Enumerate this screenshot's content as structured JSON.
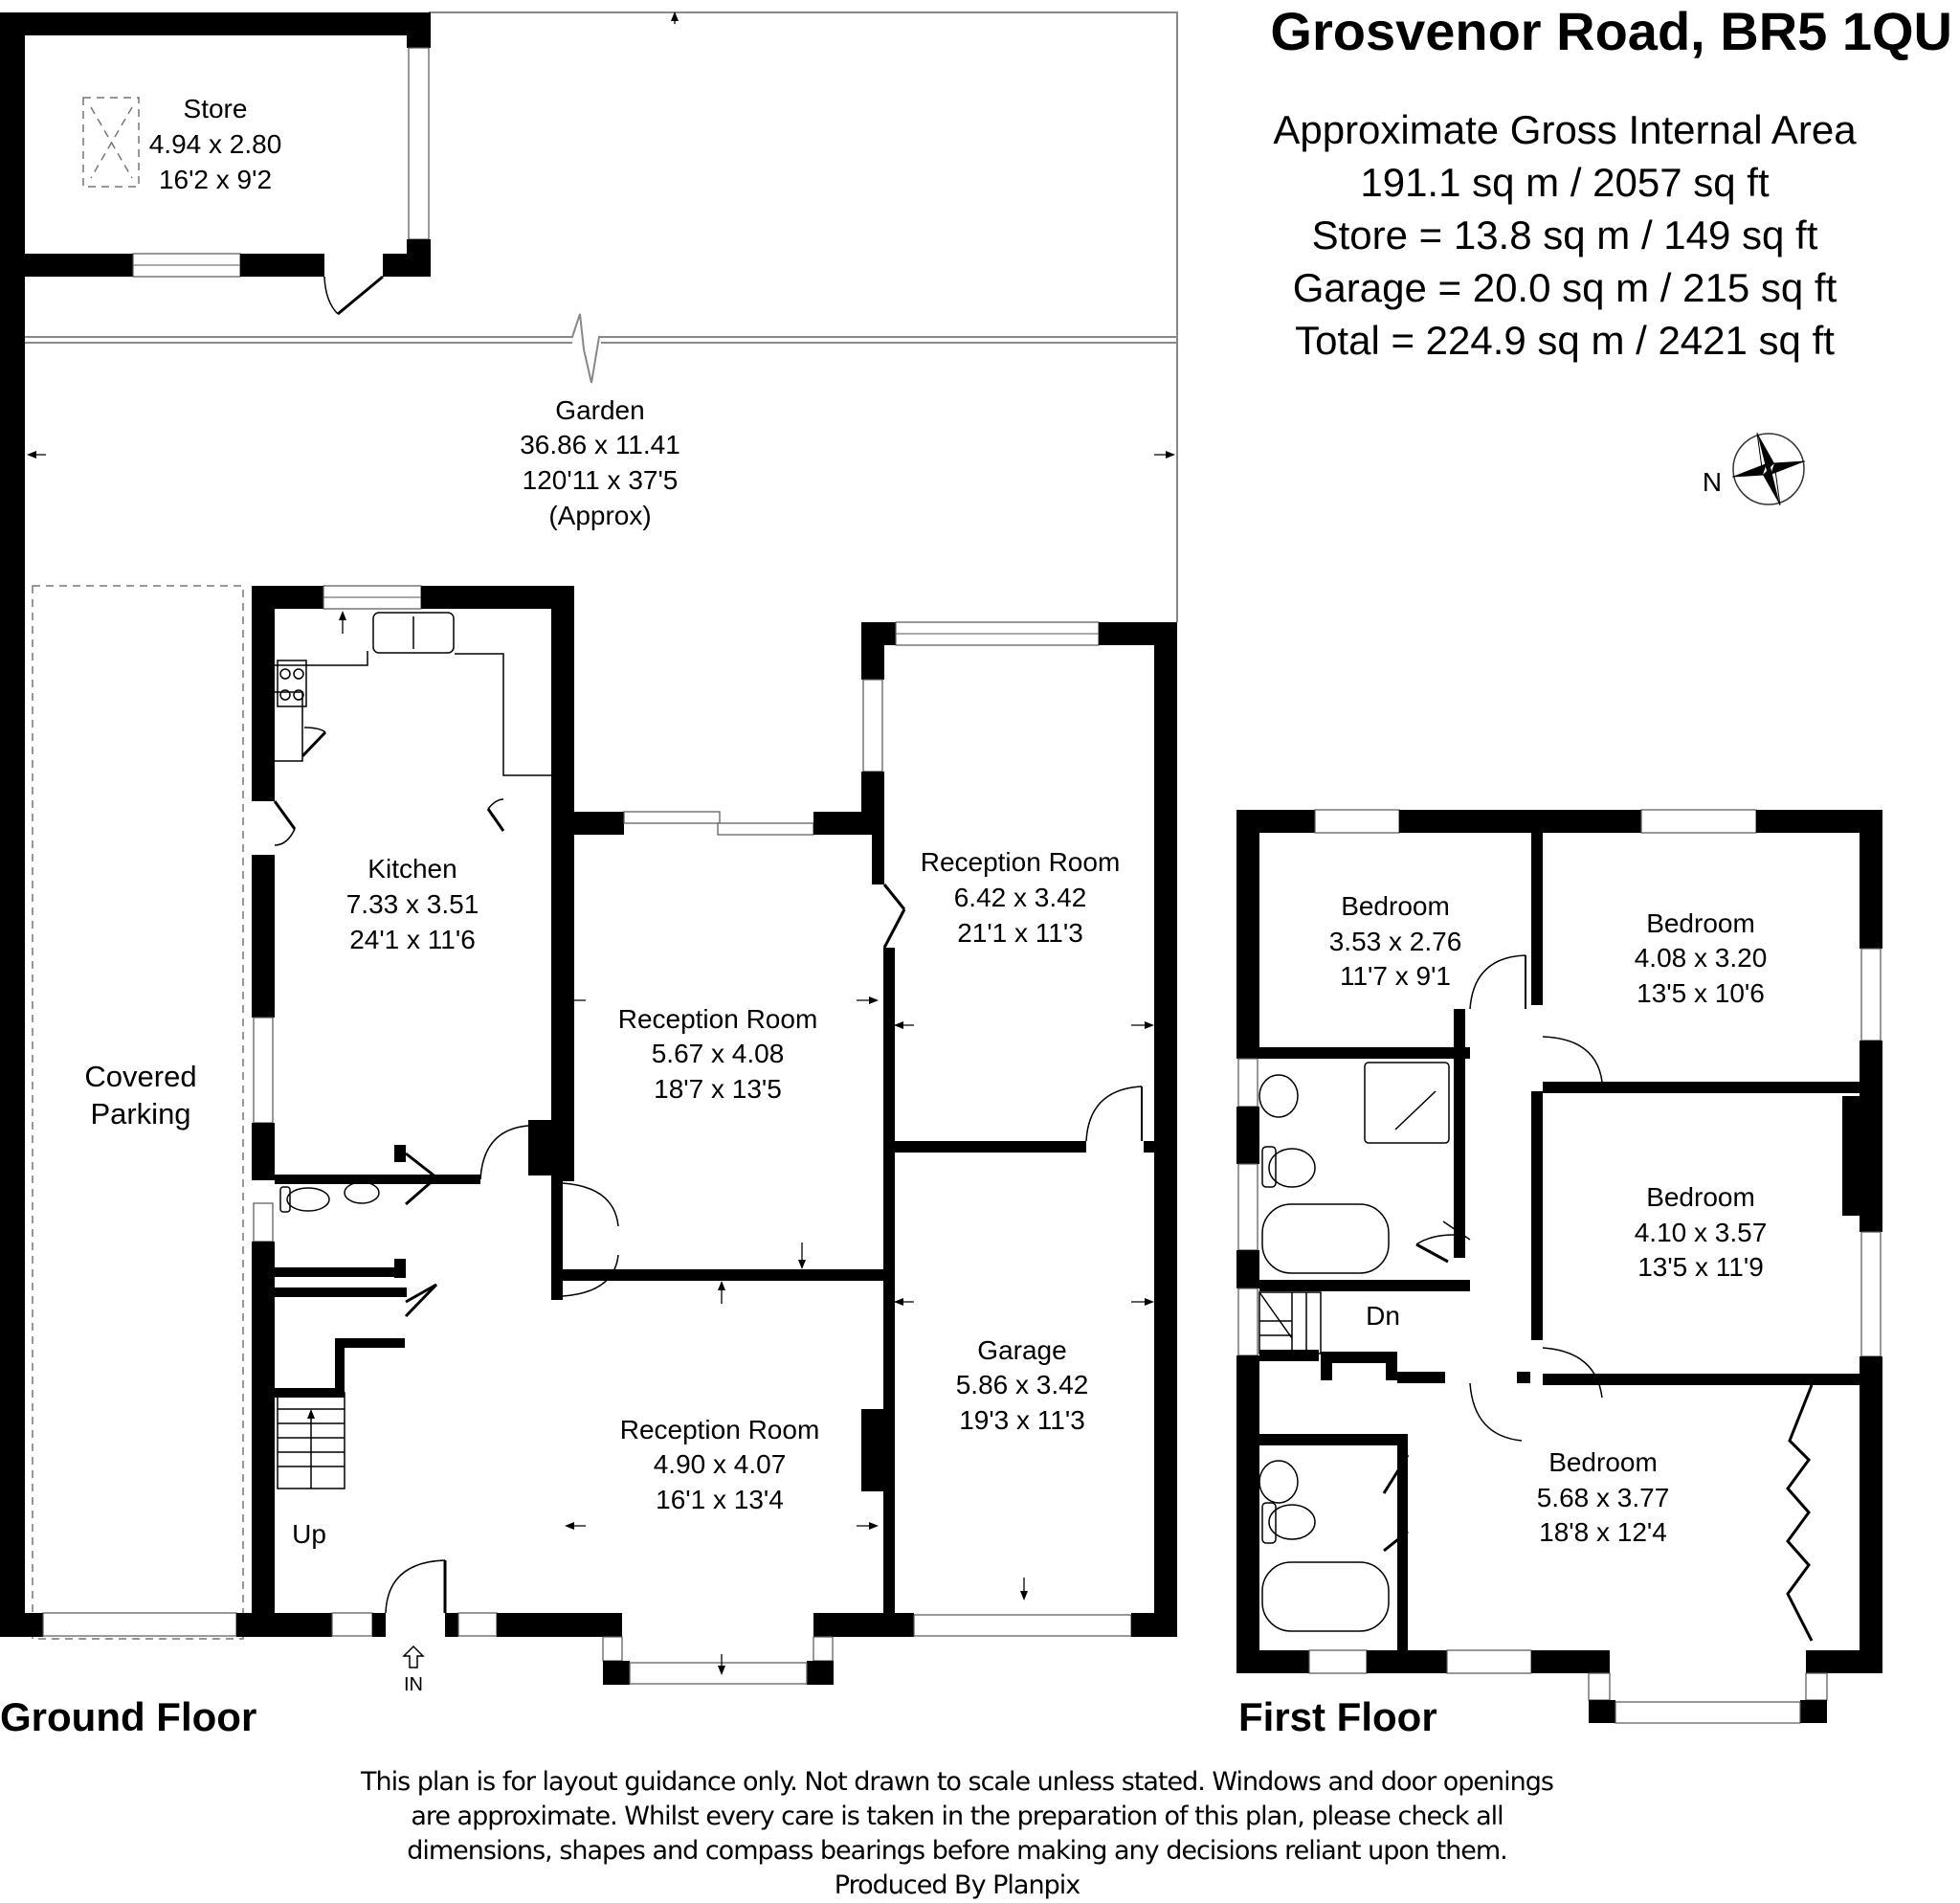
{
  "header": {
    "address": "Grosvenor Road, BR5 1QU"
  },
  "areas": {
    "heading": "Approximate Gross Internal Area",
    "main": "191.1 sq m / 2057 sq ft",
    "store": "Store = 13.8 sq m / 149 sq ft",
    "garage": "Garage = 20.0 sq m / 215 sq ft",
    "total": "Total = 224.9 sq m / 2421 sq ft"
  },
  "compass": {
    "label": "N",
    "icon": "compass-rose-icon"
  },
  "ground_floor": {
    "label": "Ground Floor",
    "rooms": [
      {
        "name": "Store",
        "metric": "4.94 x 2.80",
        "imperial": "16'2 x 9'2"
      },
      {
        "name": "Garden",
        "metric": "36.86 x 11.41",
        "imperial": "120'11 x 37'5",
        "note": "(Approx)"
      },
      {
        "name": "Kitchen",
        "metric": "7.33 x 3.51",
        "imperial": "24'1 x 11'6"
      },
      {
        "name": "Reception Room",
        "metric": "5.67 x 4.08",
        "imperial": "18'7 x 13'5"
      },
      {
        "name": "Reception Room",
        "metric": "6.42 x 3.42",
        "imperial": "21'1 x 11'3"
      },
      {
        "name": "Reception Room",
        "metric": "4.90 x 4.07",
        "imperial": "16'1 x 13'4"
      },
      {
        "name": "Garage",
        "metric": "5.86 x 3.42",
        "imperial": "19'3 x 11'3"
      }
    ],
    "covered_parking": [
      "Covered",
      "Parking"
    ],
    "stairs_label": "Up",
    "entrance_label": "IN"
  },
  "first_floor": {
    "label": "First Floor",
    "rooms": [
      {
        "name": "Bedroom",
        "metric": "3.53 x 2.76",
        "imperial": "11'7 x 9'1"
      },
      {
        "name": "Bedroom",
        "metric": "4.08 x 3.20",
        "imperial": "13'5 x 10'6"
      },
      {
        "name": "Bedroom",
        "metric": "4.10 x 3.57",
        "imperial": "13'5 x 11'9"
      },
      {
        "name": "Bedroom",
        "metric": "5.68 x 3.77",
        "imperial": "18'8 x 12'4"
      }
    ],
    "stairs_label": "Dn"
  },
  "disclaimer": {
    "lines": [
      "This plan is for layout guidance only. Not drawn to scale unless stated. Windows and door openings",
      "are approximate. Whilst every care is taken in the preparation of this plan, please check all",
      "dimensions, shapes and compass bearings before making any decisions reliant upon them.",
      "Produced By Planpix"
    ]
  }
}
